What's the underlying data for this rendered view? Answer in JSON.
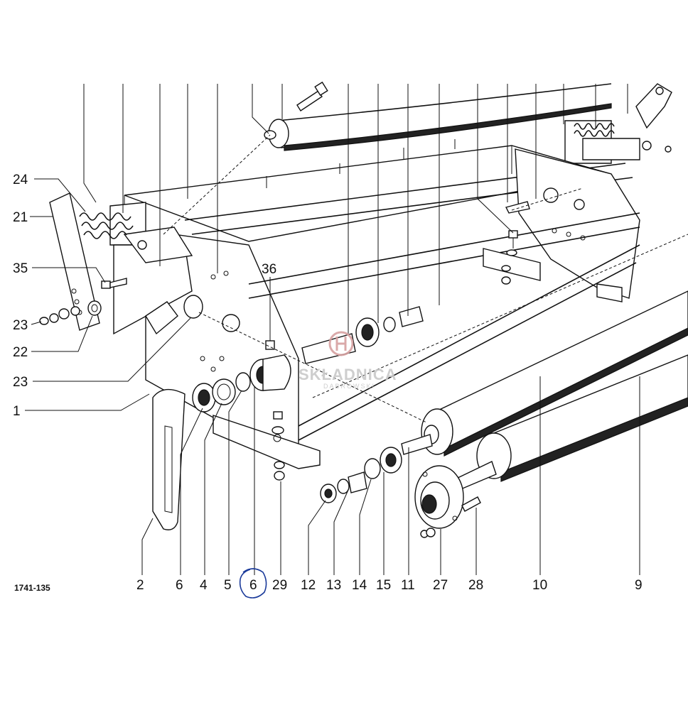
{
  "drawing_code": "1741-135",
  "watermark": {
    "name": "SKŁADNICA",
    "sub": "DĄBROWSKI"
  },
  "highlight": {
    "label": "6",
    "color": "#1a3a9a"
  },
  "bottom_labels": [
    "2",
    "6",
    "4",
    "5",
    "6",
    "29",
    "12",
    "13",
    "14",
    "15",
    "11",
    "27",
    "28",
    "10",
    "9"
  ],
  "left_labels": [
    "24",
    "21",
    "35",
    "23",
    "22",
    "23",
    "1"
  ],
  "inner_labels": [
    "36"
  ]
}
